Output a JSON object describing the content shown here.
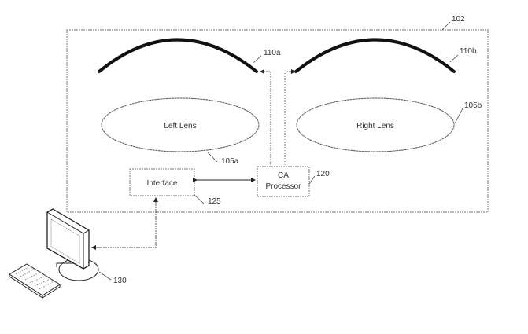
{
  "figure": {
    "system_ref": "102",
    "components": {
      "left_lens": {
        "label": "Left Lens",
        "ref": "105a"
      },
      "right_lens": {
        "label": "Right Lens",
        "ref": "105b"
      },
      "left_arc": {
        "ref": "110a"
      },
      "right_arc": {
        "ref": "110b"
      },
      "processor": {
        "label_line1": "CA",
        "label_line2": "Processor",
        "ref": "120"
      },
      "interface": {
        "label": "Interface",
        "ref": "125"
      },
      "computer": {
        "ref": "130"
      }
    },
    "colors": {
      "stroke": "#333333",
      "dashed": "#777777",
      "background": "#ffffff"
    }
  }
}
